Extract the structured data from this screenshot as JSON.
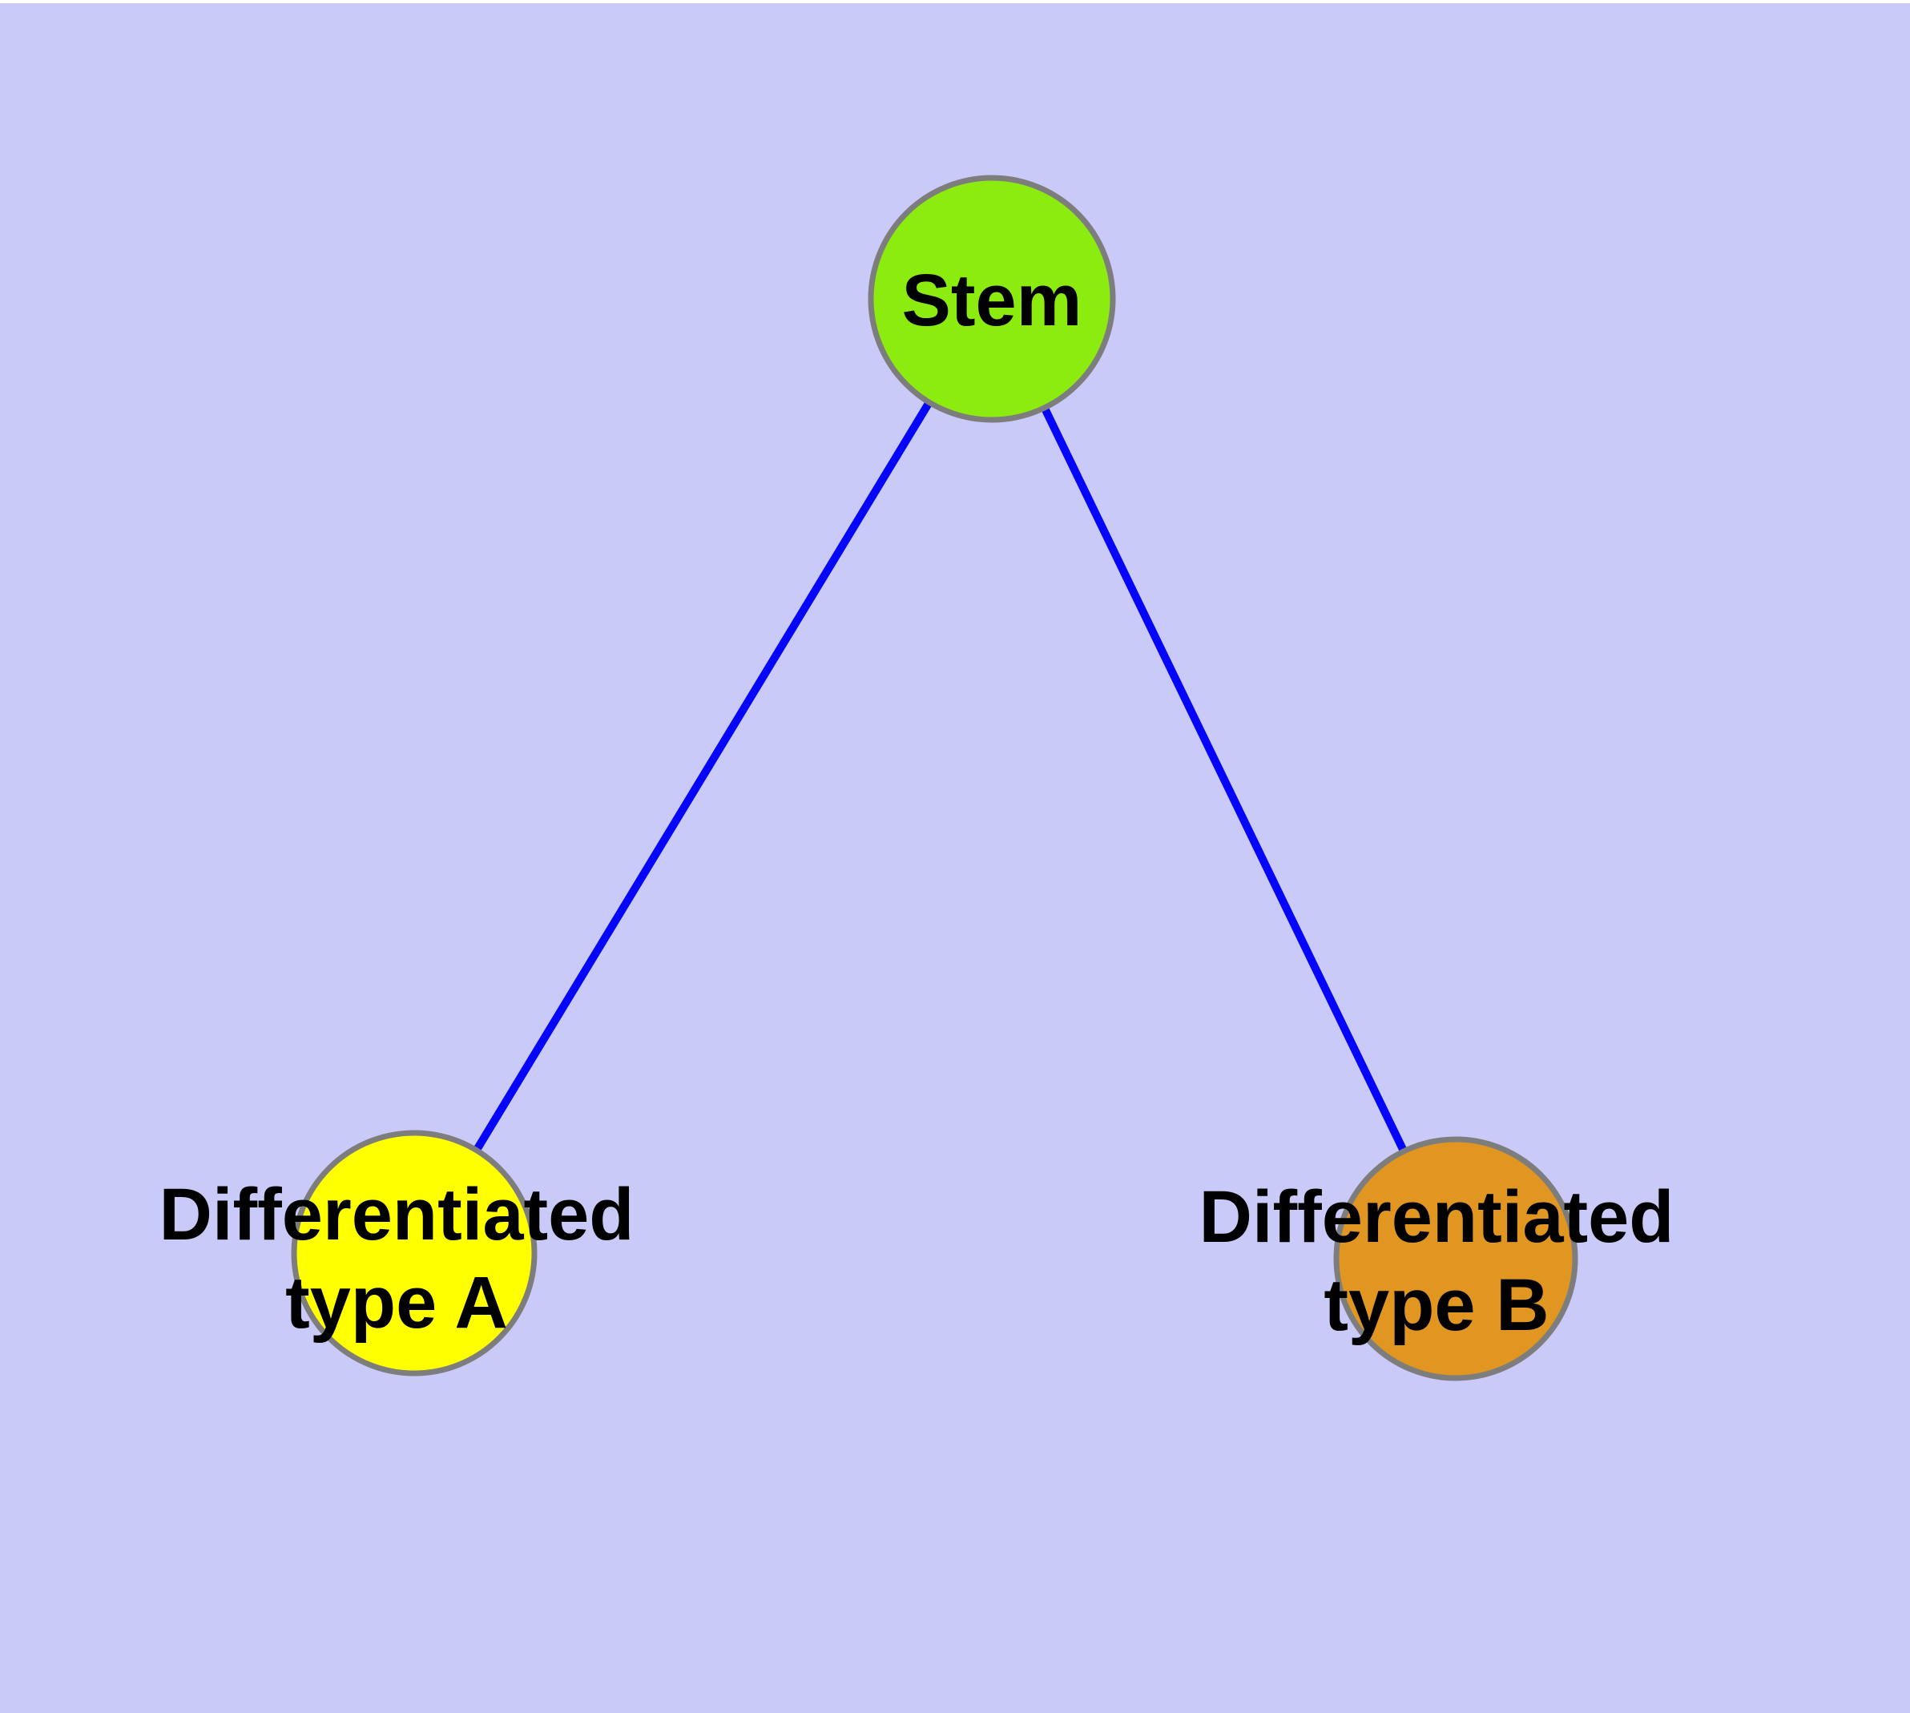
{
  "diagram": {
    "background_color": "#CACAF8",
    "top_margin_color": "#FFFFFF",
    "edge_color": "#0505FA",
    "node_border_color": "#7D7D7D",
    "text_color": "#000000",
    "nodes": {
      "stem": {
        "label": "Stem",
        "fill": "#8CEB0F"
      },
      "type_a": {
        "label_line1": "Differentiated",
        "label_line2": "type A",
        "fill": "#FFFF00"
      },
      "type_b": {
        "label_line1": "Differentiated",
        "label_line2": "type B",
        "fill": "#E09620"
      }
    },
    "edges": [
      {
        "from": "Stem",
        "to": "Differentiated type A"
      },
      {
        "from": "Stem",
        "to": "Differentiated type B"
      }
    ]
  }
}
